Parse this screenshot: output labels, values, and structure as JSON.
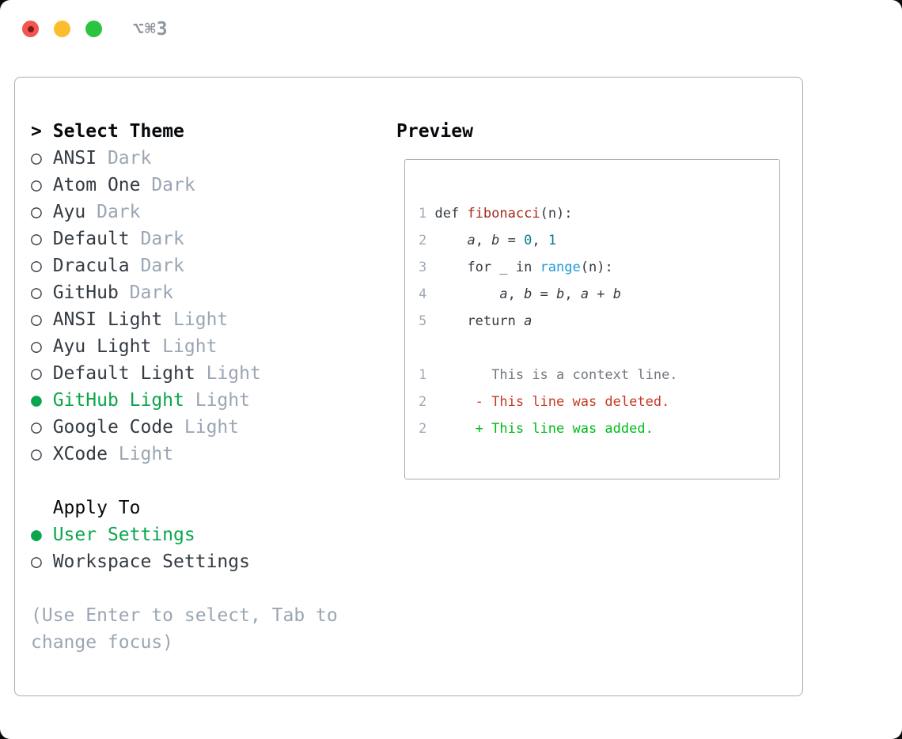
{
  "titlebar": {
    "title": "⌥⌘3",
    "buttons": [
      {
        "name": "close-button",
        "color_key": "tl_red"
      },
      {
        "name": "minimize-button",
        "color_key": "tl_yellow"
      },
      {
        "name": "zoom-button",
        "color_key": "tl_green"
      }
    ]
  },
  "colors": {
    "text": "#343b43",
    "heading": "#06090c",
    "muted": "#9aa6b3",
    "green": "#0aa64d",
    "green_bright": "#00bb17",
    "fn_red": "#a52a1d",
    "teal": "#0c7d85",
    "blue": "#1d9bd4",
    "ctx_gray": "#72787f",
    "del_red": "#c63a22",
    "num_gray": "#9fabb8",
    "border": "#a5adb8",
    "title_gray": "#8f969e",
    "tl_red": "#f4564f",
    "tl_red_dot": "#7c1d15",
    "tl_yellow": "#fbbd2d",
    "tl_green": "#2bc440"
  },
  "picker": {
    "prompt": ">",
    "heading": "Select Theme",
    "markers": {
      "unselected": "○",
      "selected": "●"
    },
    "themes": [
      {
        "name": "ANSI",
        "variant": "Dark",
        "selected": false
      },
      {
        "name": "Atom One",
        "variant": "Dark",
        "selected": false
      },
      {
        "name": "Ayu",
        "variant": "Dark",
        "selected": false
      },
      {
        "name": "Default",
        "variant": "Dark",
        "selected": false
      },
      {
        "name": "Dracula",
        "variant": "Dark",
        "selected": false
      },
      {
        "name": "GitHub",
        "variant": "Dark",
        "selected": false
      },
      {
        "name": "ANSI Light",
        "variant": "Light",
        "selected": false
      },
      {
        "name": "Ayu Light",
        "variant": "Light",
        "selected": false
      },
      {
        "name": "Default Light",
        "variant": "Light",
        "selected": false
      },
      {
        "name": "GitHub Light",
        "variant": "Light",
        "selected": true
      },
      {
        "name": "Google Code",
        "variant": "Light",
        "selected": false
      },
      {
        "name": "XCode",
        "variant": "Light",
        "selected": false
      }
    ],
    "apply": {
      "heading": "Apply To",
      "options": [
        {
          "label": "User Settings",
          "selected": true
        },
        {
          "label": "Workspace Settings",
          "selected": false
        }
      ]
    },
    "hints": [
      "(Use Enter to select, Tab to",
      "change focus)"
    ]
  },
  "preview": {
    "heading": "Preview",
    "lines": [
      [
        {
          "t": "1",
          "c": "num"
        },
        {
          "t": " ",
          "c": "pln"
        },
        {
          "t": "def ",
          "c": "pln"
        },
        {
          "t": "fibonacci",
          "c": "fn"
        },
        {
          "t": "(n):",
          "c": "pln"
        }
      ],
      [
        {
          "t": "2",
          "c": "num"
        },
        {
          "t": "     ",
          "c": "pln"
        },
        {
          "t": "a",
          "c": "var"
        },
        {
          "t": ", ",
          "c": "pln"
        },
        {
          "t": "b",
          "c": "var"
        },
        {
          "t": " = ",
          "c": "pln"
        },
        {
          "t": "0",
          "c": "lit"
        },
        {
          "t": ", ",
          "c": "pln"
        },
        {
          "t": "1",
          "c": "lit"
        }
      ],
      [
        {
          "t": "3",
          "c": "num"
        },
        {
          "t": "     ",
          "c": "pln"
        },
        {
          "t": "for _ in ",
          "c": "pln"
        },
        {
          "t": "range",
          "c": "bi"
        },
        {
          "t": "(n):",
          "c": "pln"
        }
      ],
      [
        {
          "t": "4",
          "c": "num"
        },
        {
          "t": "         ",
          "c": "pln"
        },
        {
          "t": "a",
          "c": "var"
        },
        {
          "t": ", ",
          "c": "pln"
        },
        {
          "t": "b",
          "c": "var"
        },
        {
          "t": " = ",
          "c": "pln"
        },
        {
          "t": "b",
          "c": "var"
        },
        {
          "t": ", ",
          "c": "pln"
        },
        {
          "t": "a",
          "c": "var"
        },
        {
          "t": " + ",
          "c": "pln"
        },
        {
          "t": "b",
          "c": "var"
        }
      ],
      [
        {
          "t": "5",
          "c": "num"
        },
        {
          "t": "     ",
          "c": "pln"
        },
        {
          "t": "return ",
          "c": "pln"
        },
        {
          "t": "a",
          "c": "var"
        }
      ],
      [],
      [
        {
          "t": "1",
          "c": "num"
        },
        {
          "t": "        ",
          "c": "pln"
        },
        {
          "t": "This is a context line.",
          "c": "ctx"
        }
      ],
      [
        {
          "t": "2",
          "c": "num"
        },
        {
          "t": "      ",
          "c": "pln"
        },
        {
          "t": "- This line was deleted.",
          "c": "del"
        }
      ],
      [
        {
          "t": "2",
          "c": "num"
        },
        {
          "t": "      ",
          "c": "pln"
        },
        {
          "t": "+ This line was added.",
          "c": "add"
        }
      ]
    ]
  }
}
